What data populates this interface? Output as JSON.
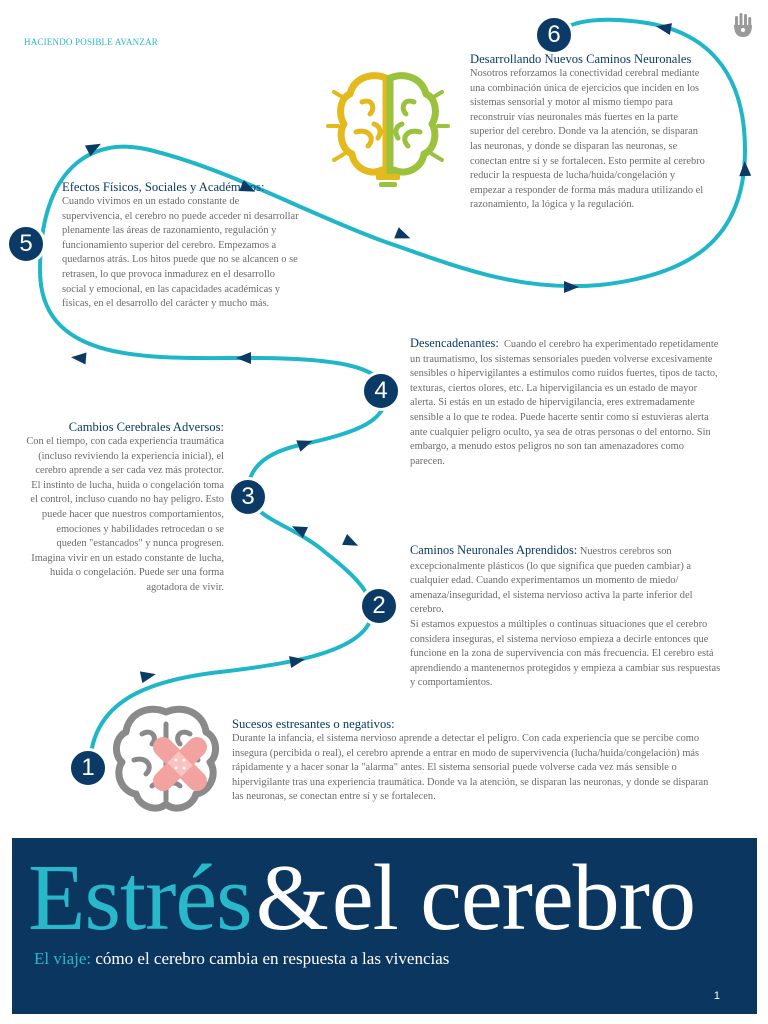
{
  "header": {
    "org": "HACIENDO POSIBLE AVANZAR"
  },
  "steps": [
    {
      "num": "1",
      "title": "Sucesos estresantes o negativos:",
      "body": "Durante la infancia, el sistema nervioso aprende a detectar el peligro. Con cada experiencia que se percibe como insegura (percibida o real), el cerebro aprende a entrar en modo de supervivencia (lucha/huida/congelación) más rápidamente y a hacer sonar la \"alarma\" antes. El sistema sensorial puede volverse cada vez más sensible o hipervigilante tras una experiencia traumática. Donde va la atención, se disparan las neuronas, y donde se disparan las neuronas, se conectan entre sí y se fortalecen."
    },
    {
      "num": "2",
      "title": "Caminos Neuronales Aprendidos:",
      "body": "Nuestros cerebros son excepcionalmente plásticos (lo que significa que pueden cambiar) a cualquier edad. Cuando experimentamos un momento de miedo/ amenaza/inseguridad, el sistema nervioso activa la parte inferior del cerebro.",
      "body2": "Si estamos expuestos a múltiples o continuas situaciones que el cerebro considera inseguras, el sistema nervioso empieza a decirle entonces que funcione en la zona de supervivencia con más frecuencia. El cerebro está aprendiendo a mantenernos protegidos y empieza a cambiar sus respuestas y comportamientos."
    },
    {
      "num": "3",
      "title": "Cambios Cerebrales Adversos:",
      "body": "Con el tiempo, con cada experiencia traumática (incluso reviviendo la experiencia inicial), el cerebro aprende a ser cada vez más protector. El instinto de lucha, huida o congelación toma el control, incluso cuando no hay peligro. Esto puede hacer que nuestros comportamientos, emociones y habilidades retrocedan o se queden \"estancados\" y nunca progresen. Imagina vivir en un estado constante de lucha, huida o congelación. Puede ser una forma agotadora de vivir."
    },
    {
      "num": "4",
      "title": "Desencadenantes:",
      "body": "Cuando el cerebro ha experimentado repetidamente un traumatismo, los sistemas sensoriales pueden volverse excesivamente sensibles o hipervigilantes a estímulos como ruidos fuertes, tipos de tacto, texturas, ciertos olores, etc. La hipervigilancia es un estado de mayor alerta. Si estás en un estado de hipervigilancia, eres extremadamente sensible a lo que te rodea. Puede hacerte sentir como si estuvieras alerta ante cualquier peligro oculto, ya sea de otras personas o del entorno. Sin embargo, a menudo estos peligros no son tan amenazadores como parecen."
    },
    {
      "num": "5",
      "title": "Efectos Físicos, Sociales y Académicos:",
      "body": "Cuando vivimos en un estado constante de supervivencia, el cerebro no puede acceder ni desarrollar plenamente las áreas de razonamiento, regulación y funcionamiento superior del cerebro. Empezamos a quedarnos atrás. Los hitos puede que no se alcancen o se retrasen, lo que provoca inmadurez en el desarrollo social y emocional, en las capacidades académicas y físicas, en el desarrollo del carácter y mucho más."
    },
    {
      "num": "6",
      "title": "Desarrollando Nuevos Caminos Neuronales",
      "body": "Nosotros reforzamos la conectividad cerebral mediante una combinación única de ejercicios que inciden en los sistemas sensorial y motor al mismo tiempo para reconstruir vías neuronales más fuertes en la parte superior del cerebro. Donde va la atención, se disparan las neuronas, y donde se disparan las neuronas, se conectan entre sí y se fortalecen. Esto permite al cerebro reducir la respuesta de lucha/huida/congelación y empezar a responder de forma más madura utilizando el razonamiento, la lógica y la regulación."
    }
  ],
  "banner": {
    "title_part1": "Estrés",
    "title_amp": "&",
    "title_part2": "el cerebro",
    "subtitle_highlight": "El viaje:",
    "subtitle_rest": " cómo el cerebro cambia en respuesta a las vivencias",
    "page_number": "1"
  },
  "colors": {
    "navy": "#0b3a66",
    "teal": "#29b8c9",
    "gold": "#e3b91c",
    "green": "#9ac23c",
    "grey": "#8a8a8a",
    "bandage": "#f2a3a0"
  },
  "icons": [
    "hand-logo-icon",
    "brain-lightbulb-icon",
    "brain-bandage-icon"
  ]
}
